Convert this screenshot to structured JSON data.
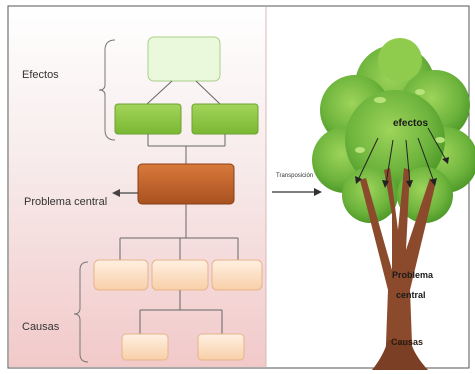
{
  "left_panel": {
    "label_effects": "Efectos",
    "label_problem": "Problema central",
    "label_causes": "Causas"
  },
  "arrow_label": "Transposición",
  "tree": {
    "label_effects": "efectos",
    "label_problem_line1": "Problema",
    "label_problem_line2": "central",
    "label_causes": "Causas"
  },
  "colors": {
    "effect_top": "#e8f7d6",
    "effect_mid": "#8dc63f",
    "problem": "#c0622a",
    "cause": "#fcdcc0",
    "tree_canopy": "#6ab43a",
    "tree_trunk": "#8b4a2c"
  }
}
